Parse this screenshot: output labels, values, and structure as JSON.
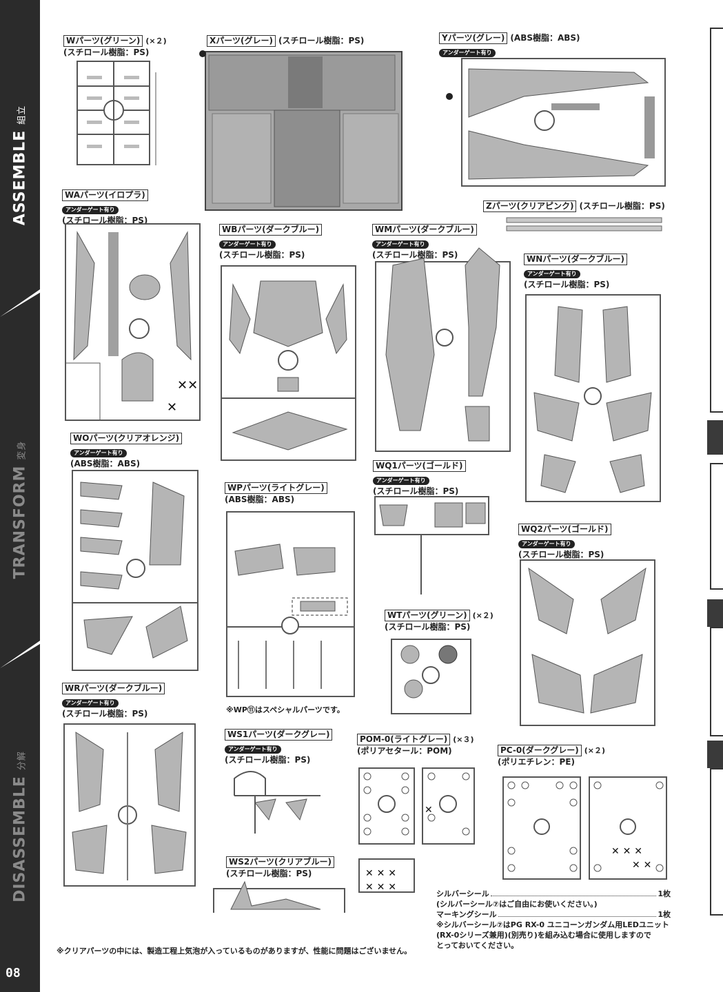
{
  "sidebar": {
    "sections": [
      {
        "label": "ASSEMBLE",
        "sub": "組立"
      },
      {
        "label": "TRANSFORM",
        "sub": "変身"
      },
      {
        "label": "DISASSEMBLE",
        "sub": "分解"
      }
    ],
    "page_number": "08"
  },
  "parts": {
    "W": {
      "title": "Wパーツ(グリーン)",
      "qty": "(×２)",
      "material": "(スチロール樹脂：PS)"
    },
    "X": {
      "title": "Xパーツ(グレー)",
      "material": "(スチロール樹脂：PS)"
    },
    "Y": {
      "title": "Yパーツ(グレー)",
      "material": "(ABS樹脂：ABS)",
      "badge": "アンダーゲート有り"
    },
    "Z": {
      "title": "Zパーツ(クリアピンク)",
      "material": "(スチロール樹脂：PS)"
    },
    "WA": {
      "title": "WAパーツ(イロプラ)",
      "material": "(スチロール樹脂：PS)",
      "badge": "アンダーゲート有り"
    },
    "WB": {
      "title": "WBパーツ(ダークブルー)",
      "material": "(スチロール樹脂：PS)",
      "badge": "アンダーゲート有り"
    },
    "WM": {
      "title": "WMパーツ(ダークブルー)",
      "material": "(スチロール樹脂：PS)",
      "badge": "アンダーゲート有り"
    },
    "WN": {
      "title": "WNパーツ(ダークブルー)",
      "material": "(スチロール樹脂：PS)",
      "badge": "アンダーゲート有り"
    },
    "WO": {
      "title": "WOパーツ(クリアオレンジ)",
      "material": "(ABS樹脂：ABS)",
      "badge": "アンダーゲート有り"
    },
    "WP": {
      "title": "WPパーツ(ライトグレー)",
      "material": "(ABS樹脂：ABS)"
    },
    "WQ1": {
      "title": "WQ1パーツ(ゴールド)",
      "material": "(スチロール樹脂：PS)",
      "badge": "アンダーゲート有り"
    },
    "WQ2": {
      "title": "WQ2パーツ(ゴールド)",
      "material": "(スチロール樹脂：PS)",
      "badge": "アンダーゲート有り"
    },
    "WT": {
      "title": "WTパーツ(グリーン)",
      "qty": "(×２)",
      "material": "(スチロール樹脂：PS)"
    },
    "WR": {
      "title": "WRパーツ(ダークブルー)",
      "material": "(スチロール樹脂：PS)",
      "badge": "アンダーゲート有り"
    },
    "WS1": {
      "title": "WS1パーツ(ダークグレー)",
      "material": "(スチロール樹脂：PS)",
      "badge": "アンダーゲート有り"
    },
    "WS2": {
      "title": "WS2パーツ(クリアブルー)",
      "material": "(スチロール樹脂：PS)"
    },
    "POM": {
      "title": "POM-0(ライトグレー)",
      "qty": "(×３)",
      "material": "(ポリアセタール：POM)"
    },
    "PC": {
      "title": "PC-0(ダークグレー)",
      "qty": "(×２)",
      "material": "(ポリエチレン：PE)"
    }
  },
  "notes": {
    "wp_special": "※WP⑪はスペシャルパーツです。",
    "clear_parts": "※クリアパーツの中には、製造工程上気泡が入っているものがありますが、性能に問題はございません。"
  },
  "seals": {
    "silver_label": "シルバーシール",
    "silver_count": "1枚",
    "silver_note": "(シルバーシール⑦はご自由にお使いください。)",
    "marking_label": "マーキングシール",
    "marking_count": "1枚",
    "footnote_1": "※シルバーシール⑦はPG RX-0 ユニコーンガンダム用LEDユニット",
    "footnote_2": "(RX-0シリーズ兼用)(別売り)を組み込む場合に使用しますので",
    "footnote_3": "とっておいてください。"
  }
}
